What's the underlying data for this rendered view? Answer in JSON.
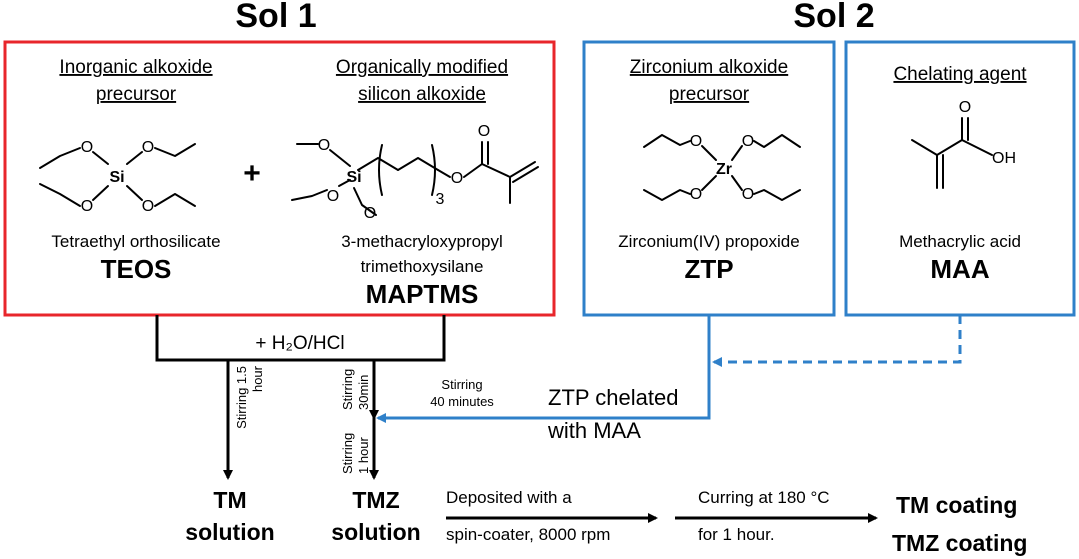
{
  "sol1": {
    "title": "Sol 1",
    "border_color": "#e8262b",
    "teos": {
      "header_line1": "Inorganic alkoxide",
      "header_line2": "precursor",
      "name": "Tetraethyl orthosilicate",
      "abbr": "TEOS",
      "atoms": {
        "center": "Si",
        "o1": "O",
        "o2": "O",
        "o3": "O",
        "o4": "O"
      }
    },
    "plus": "+",
    "maptms": {
      "header_line1": "Organically modified",
      "header_line2": "silicon alkoxide",
      "name_line1": "3-methacryloxypropyl",
      "name_line2": "trimethoxysilane",
      "abbr": "MAPTMS",
      "atoms": {
        "si": "Si",
        "o1": "O",
        "o2": "O",
        "o3": "O",
        "o_ester": "O",
        "o_carbonyl": "O",
        "subscript": "3"
      }
    }
  },
  "sol2": {
    "title": "Sol 2",
    "border_color": "#2f80c9",
    "ztp": {
      "header_line1": "Zirconium alkoxide",
      "header_line2": "precursor",
      "name": "Zirconium(IV) propoxide",
      "abbr": "ZTP",
      "atoms": {
        "center": "Zr",
        "o1": "O",
        "o2": "O",
        "o3": "O",
        "o4": "O"
      }
    },
    "maa": {
      "header": "Chelating agent",
      "name": "Methacrylic acid",
      "abbr": "MAA",
      "atoms": {
        "o_carbonyl": "O",
        "oh": "OH"
      }
    }
  },
  "process": {
    "hydrolysis": "+ H₂O/HCl",
    "stir_tm_line1": "Stirring 1.5",
    "stir_tm_line2": "hour",
    "stir_30_line1": "Stirring",
    "stir_30_line2": "30min",
    "stir_1h_line1": "Stirring",
    "stir_1h_line2": "1 hour",
    "stir_40_line1": "Stirring",
    "stir_40_line2": "40 minutes",
    "chelated_line1": "ZTP chelated",
    "chelated_line2": "with MAA",
    "tm_solution_line1": "TM",
    "tm_solution_line2": "solution",
    "tmz_solution_line1": "TMZ",
    "tmz_solution_line2": "solution",
    "deposit_line1": "Deposited with a",
    "deposit_line2": "spin-coater, 8000 rpm",
    "curing_line1": "Curring at 180 °C",
    "curing_line2": "for 1 hour.",
    "tm_coating": "TM coating",
    "tmz_coating": "TMZ coating"
  }
}
